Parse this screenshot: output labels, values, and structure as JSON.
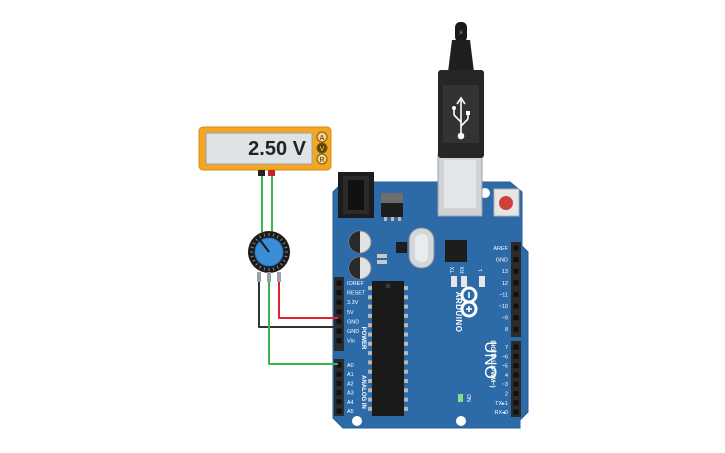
{
  "multimeter": {
    "reading": "2.50 V",
    "modes": [
      "A",
      "V",
      "R"
    ],
    "selected_mode": "V"
  },
  "usb": {
    "lightning_glyph": "⚡"
  },
  "board": {
    "brand": "ARDUINO",
    "model": "UNO",
    "power_header": {
      "title": "POWER",
      "pins": [
        "IOREF",
        "RESET",
        "3.3V",
        "5V",
        "GND",
        "GND",
        "Vin"
      ]
    },
    "analog_header": {
      "title": "ANALOG IN",
      "pins": [
        "A0",
        "A1",
        "A2",
        "A3",
        "A4",
        "A5"
      ]
    },
    "digital_header": {
      "title": "DIGITAL (PWM~)",
      "pins_top": [
        "AREF",
        "GND",
        "13",
        "12",
        "~11",
        "~10",
        "~9",
        "8"
      ],
      "pins_bottom": [
        "7",
        "~6",
        "~5",
        "4",
        "~3",
        "2",
        "TX▸1",
        "RX◂0"
      ]
    },
    "leds": [
      "TX",
      "RX",
      "L"
    ],
    "on_label": "ON",
    "colors": {
      "board": "#2d6aa8",
      "header": "#2b2b2b"
    }
  },
  "wires": {
    "colors": {
      "red": "#e0242a",
      "black": "#333333",
      "green": "#3cb64a"
    }
  }
}
